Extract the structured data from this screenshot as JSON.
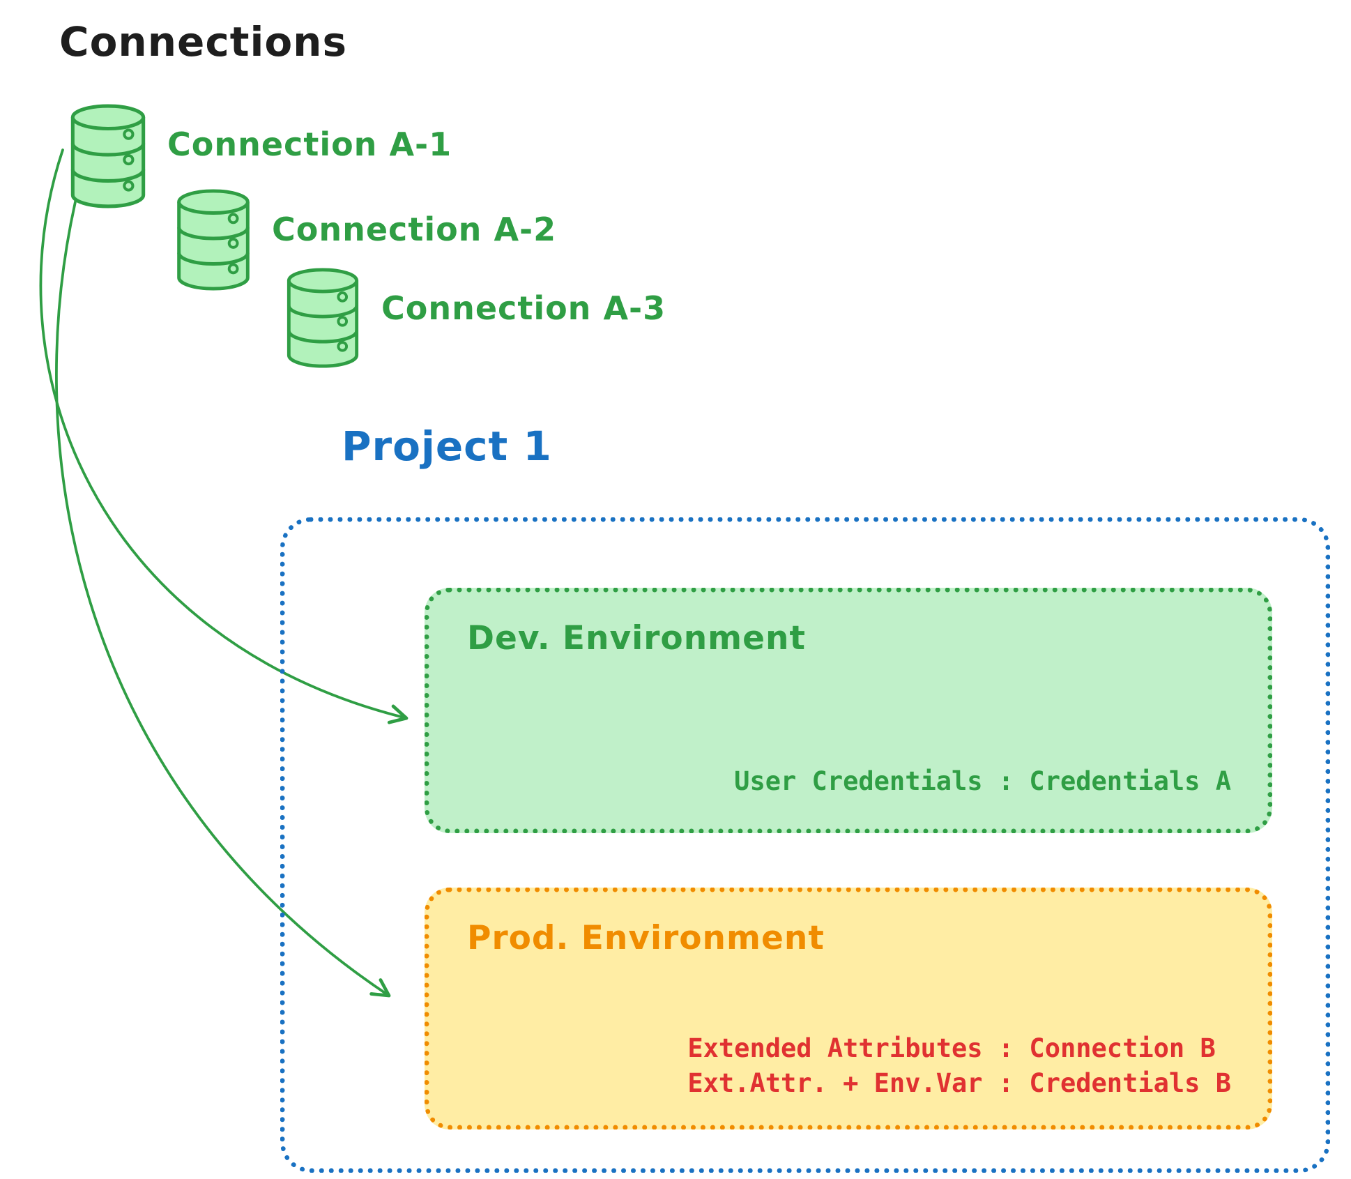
{
  "title": "Connections",
  "connections": [
    {
      "label": "Connection A-1",
      "icon": "database-icon"
    },
    {
      "label": "Connection A-2",
      "icon": "database-icon"
    },
    {
      "label": "Connection A-3",
      "icon": "database-icon"
    }
  ],
  "project": {
    "title": "Project 1",
    "environments": [
      {
        "name": "Dev. Environment",
        "lines": [
          "User Credentials : Credentials A"
        ]
      },
      {
        "name": "Prod. Environment",
        "lines": [
          "Extended Attributes : Connection B",
          "Ext.Attr. + Env.Var : Credentials B"
        ]
      }
    ]
  },
  "arrows": [
    {
      "name": "connection-a1-to-dev-environment"
    },
    {
      "name": "connection-a1-to-prod-environment"
    }
  ],
  "colors": {
    "title_text": "#1e1e1e",
    "green": "#2f9e44",
    "green_fill": "#c0f0c9",
    "db_fill": "#b2f2bb",
    "blue": "#1971c2",
    "orange": "#f08c00",
    "yellow_fill": "#ffeda4",
    "red": "#e03131"
  }
}
